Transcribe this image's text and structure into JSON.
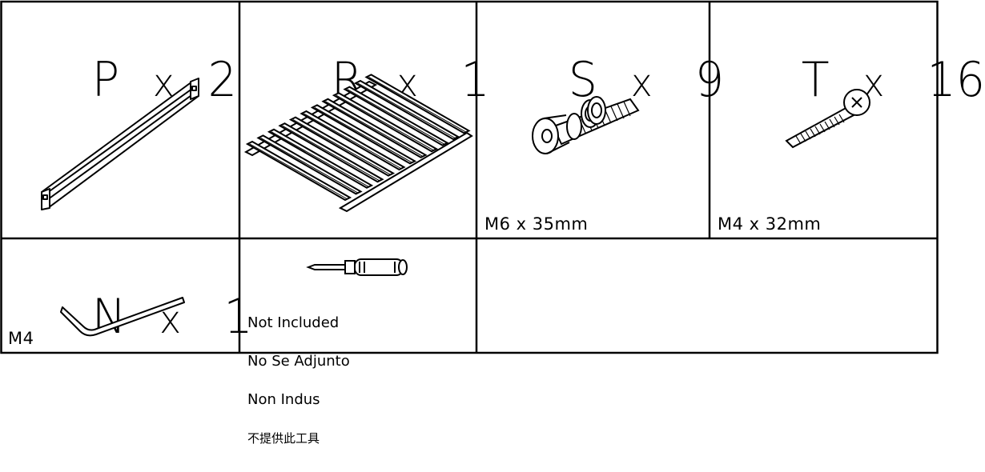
{
  "parts": [
    {
      "letter": "P",
      "times": "x",
      "qty": "2",
      "size": ""
    },
    {
      "letter": "R",
      "times": "x",
      "qty": "1",
      "size": ""
    },
    {
      "letter": "S",
      "times": "x",
      "qty": "9",
      "size": "M6 x 35mm"
    },
    {
      "letter": "T",
      "times": "x",
      "qty": "16",
      "size": "M4 x 32mm"
    },
    {
      "letter": "N",
      "times": "x",
      "qty": "1",
      "size": "M4"
    }
  ],
  "tool_note": {
    "line1": "Not Included",
    "line2": "No Se Adjunto",
    "line3": "Non Indus",
    "line4": "不提供此工具"
  },
  "icons": {
    "P": "support-rail-icon",
    "R": "slat-roll-icon",
    "S": "bolt-with-washers-icon",
    "T": "screw-icon",
    "N": "allen-key-icon",
    "tool": "screwdriver-icon"
  }
}
